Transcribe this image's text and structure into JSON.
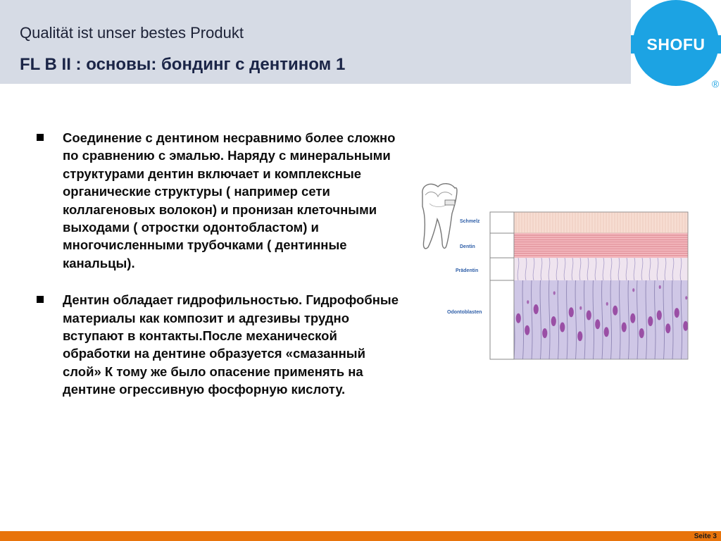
{
  "header": {
    "slogan": "Qualität ist unser bestes Produkt",
    "title": "FL B II : основы: бондинг с дентином 1"
  },
  "logo": {
    "text": "SHOFU",
    "registered": "®",
    "color": "#1ca3e3"
  },
  "bullets": [
    {
      "text": "Соединение с дентином несравнимо более сложно по сравнению с эмалью. Наряду с минеральными структурами дентин включает и комплексные органические структуры ( например сети коллагеновых волокон) и пронизан клеточными выходами ( отростки одонтобластом) и многочисленными трубочками ( дентинные канальцы)."
    },
    {
      "text": "Дентин обладает гидрофильностью. Гидрофобные материалы как композит и адгезивы трудно вступают в контакты.После механической обработки на дентине образуется «смазанный слой» К тому же было опасение применять на дентине огрессивную фосфорную кислоту."
    }
  ],
  "figure": {
    "labels": {
      "schmelz": "Schmelz",
      "dentin": "Dentin",
      "praedentin": "Prädentin",
      "odontoblasten": "Odontoblasten"
    },
    "colors": {
      "schmelz": "#f7ddd2",
      "dentin": "#f4b8be",
      "cells": "#cfc7e6",
      "nucleus": "#9a4fa5",
      "label": "#2f5fa8"
    }
  },
  "footer": {
    "page": "Seite 3",
    "bar_color": "#e8740c"
  }
}
